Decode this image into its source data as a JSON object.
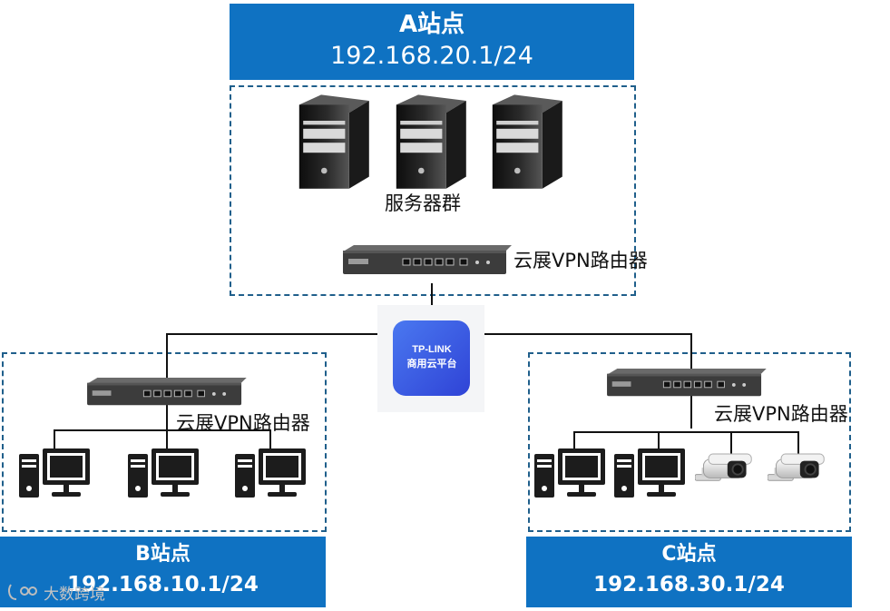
{
  "sites": {
    "a": {
      "name": "A站点",
      "subnet": "192.168.20.1/24"
    },
    "b": {
      "name": "B站点",
      "subnet": "192.168.10.1/24"
    },
    "c": {
      "name": "C站点",
      "subnet": "192.168.30.1/24"
    }
  },
  "labels": {
    "server_group": "服务器群",
    "router_a": "云展VPN路由器",
    "router_b": "云展VPN路由器",
    "router_c": "云展VPN路由器"
  },
  "cloud": {
    "line1": "TP-LINK",
    "line2": "商用云平台"
  },
  "watermark": "大数跨境",
  "colors": {
    "header_blue": "#0f72c2",
    "dashed_border": "#1f5f8b",
    "cloud_blue": "#3b5fe8"
  }
}
